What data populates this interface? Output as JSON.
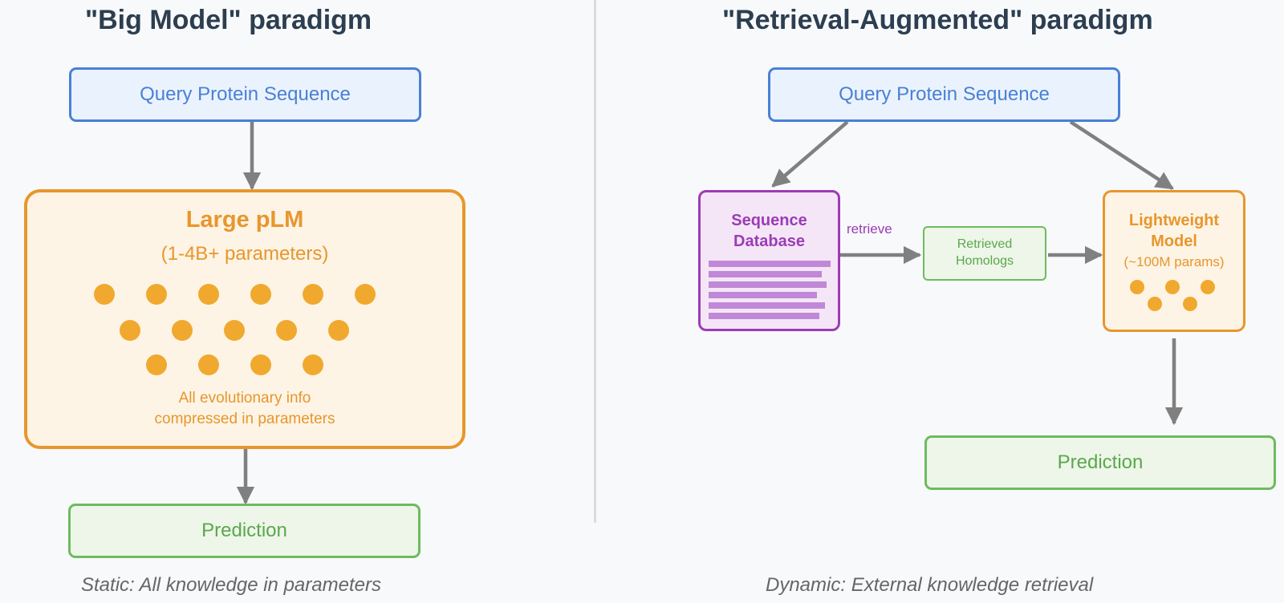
{
  "left": {
    "title": "\"Big Model\" paradigm",
    "query": "Query Protein Sequence",
    "model_title": "Large pLM",
    "model_params": "(1-4B+ parameters)",
    "model_note_line1": "All evolutionary info",
    "model_note_line2": "compressed in parameters",
    "prediction": "Prediction",
    "caption": "Static: All knowledge in parameters"
  },
  "right": {
    "title": "\"Retrieval-Augmented\" paradigm",
    "query": "Query Protein Sequence",
    "database_line1": "Sequence",
    "database_line2": "Database",
    "retrieve_label": "retrieve",
    "homologs_line1": "Retrieved",
    "homologs_line2": "Homologs",
    "model_line1": "Lightweight",
    "model_line2": "Model",
    "model_params": "(~100M params)",
    "prediction": "Prediction",
    "caption": "Dynamic: External knowledge retrieval"
  },
  "colors": {
    "blue": "#4a7fd6",
    "orange": "#e8962c",
    "green": "#6dbb5f",
    "purple": "#9c3bb5",
    "arrow": "#808080"
  }
}
